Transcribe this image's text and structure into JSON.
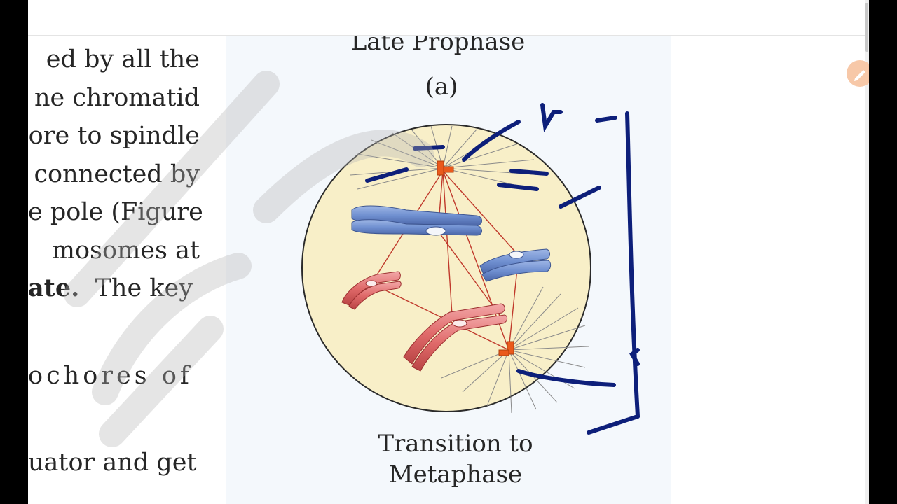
{
  "page_text": {
    "lines": [
      "ed by all the",
      "ne chromatid",
      "ore to spindle",
      "connected by",
      "e pole (Figure",
      "mosomes at",
      "ate.",
      "The key",
      "ochores of",
      "uator and get"
    ]
  },
  "figure": {
    "title": "Late Prophase",
    "panel_label": "(a)",
    "caption_line1": "Transition to",
    "caption_line2": "Metaphase"
  },
  "colors": {
    "annotation_ink": "#0d1f7a",
    "cell_fill": "#f8efc8",
    "chromosome_blue": "#6f8fd0",
    "chromosome_red": "#e06a6a",
    "spindle": "#c0392b",
    "centrosome": "#ea5a1c",
    "edit_button": "#f7c8a8"
  },
  "icons": {
    "edit_button": "pencil-icon"
  }
}
